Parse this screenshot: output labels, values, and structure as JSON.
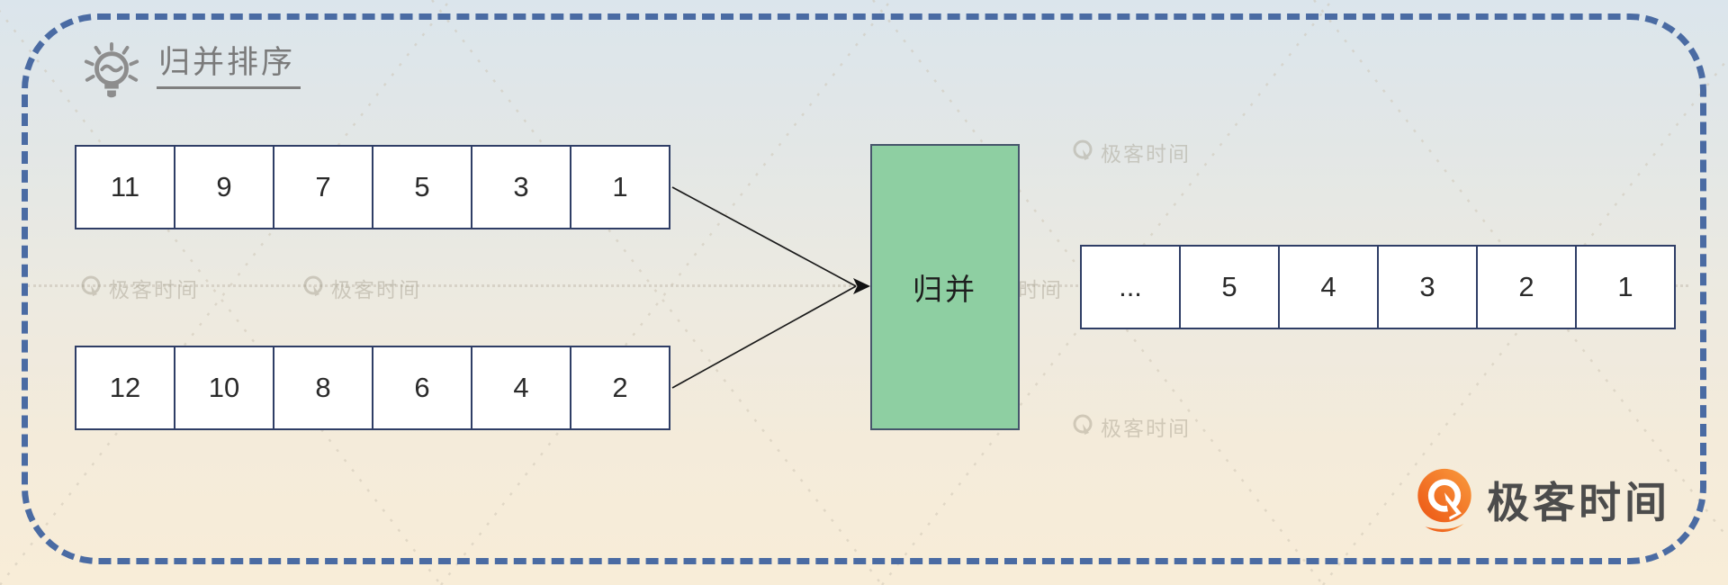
{
  "header": {
    "title": "归并排序",
    "icon": "lightbulb-icon"
  },
  "diagram": {
    "arrays": {
      "top": [
        "11",
        "9",
        "7",
        "5",
        "3",
        "1"
      ],
      "bottom": [
        "12",
        "10",
        "8",
        "6",
        "4",
        "2"
      ],
      "result": [
        "...",
        "5",
        "4",
        "3",
        "2",
        "1"
      ]
    },
    "merge": {
      "label": "归并"
    }
  },
  "watermark": {
    "text": "极客时间",
    "icon": "geektime-q-icon"
  },
  "brand": {
    "name": "极客时间",
    "icon": "geektime-logo-icon"
  },
  "colors": {
    "frame_dash": "#4a6ba3",
    "cell_border": "#2f3e66",
    "merge_fill": "#8ecfa2",
    "brand_orange": "#f26d21",
    "arrow": "#1b1b1b"
  }
}
